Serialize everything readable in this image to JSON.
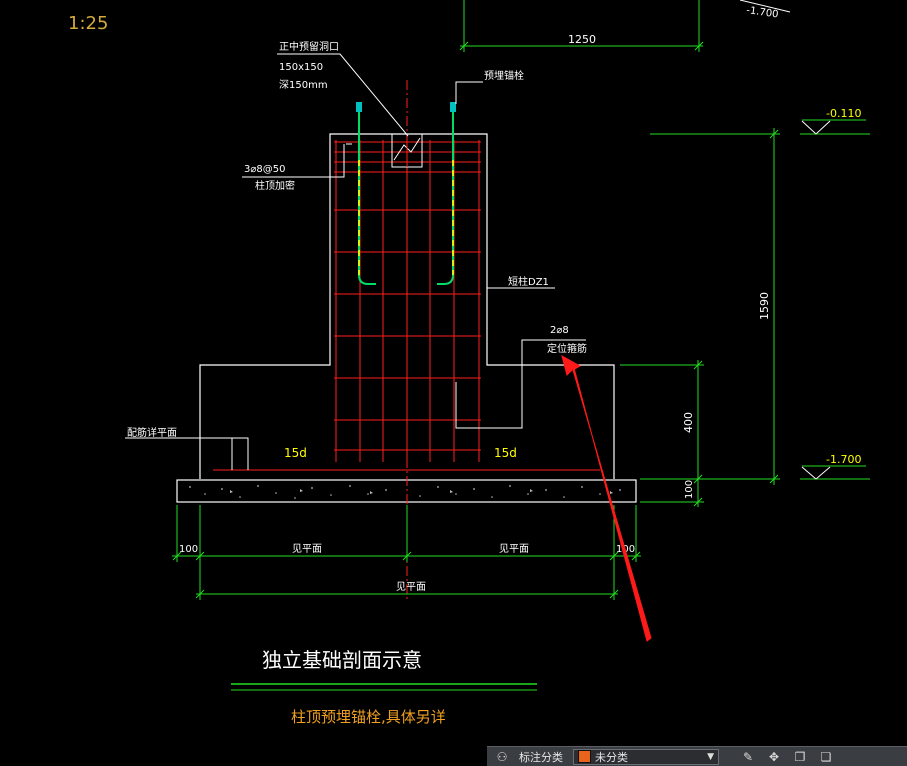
{
  "drawing": {
    "scale": "1:25",
    "top_dim": "1250",
    "top_level_text": "-1.700",
    "labels": {
      "hole_title": "正中预留洞口",
      "hole_size": "150x150",
      "hole_depth": "深150mm",
      "anchor_bolt": "预埋锚栓",
      "stirrup_spec": "3⌀8@50",
      "stirrup_note": "柱顶加密",
      "column": "短柱DZ1",
      "pos_bar_spec": "2⌀8",
      "pos_bar_note": "定位箍筋",
      "plan_ref": "配筋详平面",
      "anchor_left": "15d",
      "anchor_right": "15d"
    },
    "levels": {
      "top": "-0.110",
      "bottom": "-1.700"
    },
    "dims": {
      "height_total": "1590",
      "height_base": "400",
      "height_pad": "100",
      "bot_left": "100",
      "bot_right": "100",
      "span_left": "见平面",
      "span_right": "见平面",
      "span_total": "见平面"
    },
    "title": "独立基础剖面示意",
    "note": "柱顶预埋锚栓,具体另详"
  },
  "toolbar": {
    "label": "标注分类",
    "dropdown_value": "未分类",
    "accent": "#e8641d"
  },
  "colors": {
    "background": "#000000",
    "outline": "#ffffff",
    "rebar": "#ff2020",
    "dimension": "#22dd22",
    "anchor": "#ffff00",
    "scale_text": "#d4aa3a",
    "note_text": "#f0a020",
    "arrow": "#ff1a1a"
  }
}
